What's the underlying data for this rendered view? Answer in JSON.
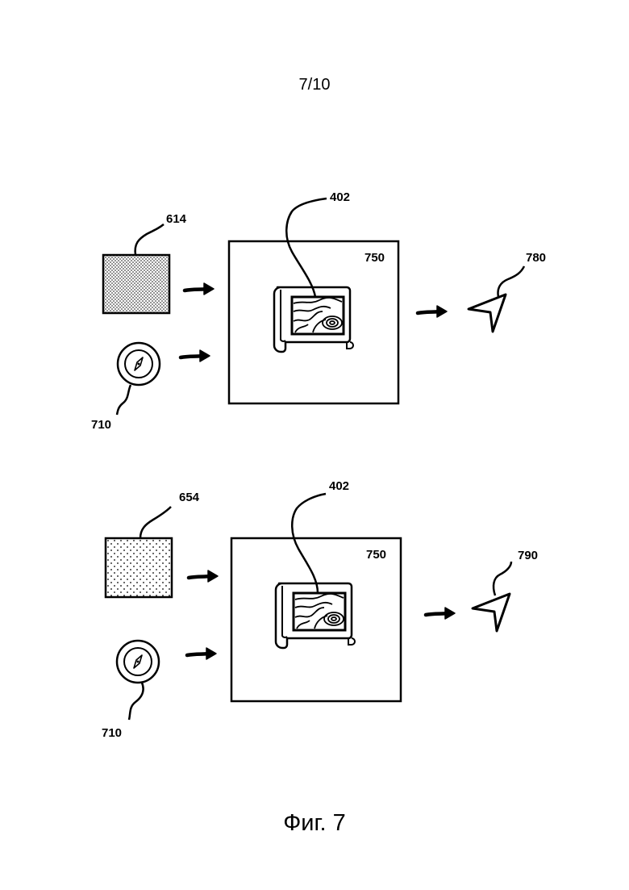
{
  "page_number": "7/10",
  "caption": "Фиг. 7",
  "panels": [
    {
      "input_label": "614",
      "compass_label": "710",
      "map_label": "402",
      "box_label": "750",
      "output_label": "780"
    },
    {
      "input_label": "654",
      "compass_label": "710",
      "map_label": "402",
      "box_label": "750",
      "output_label": "790"
    }
  ]
}
